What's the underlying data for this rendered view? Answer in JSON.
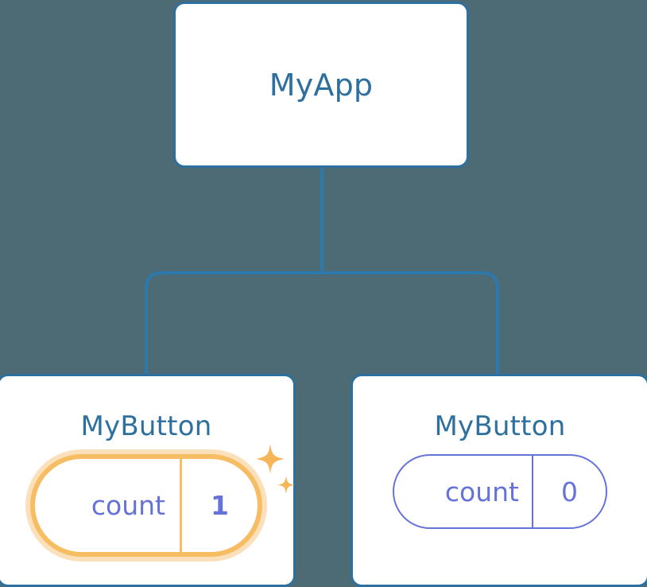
{
  "background_color": "#4d6b74",
  "theme": {
    "card_border": "#2d6f9e",
    "card_fill": "#ffffff",
    "title_color": "#2d6f9e",
    "edge_color": "#2d79ab",
    "state_color": "#6573d8",
    "highlight_color": "#f7bd63",
    "highlight_glow_color": "#fbe0bb"
  },
  "diagram": {
    "type": "component-tree",
    "root": {
      "id": "root",
      "title": "MyApp",
      "has_state": false
    },
    "children": [
      {
        "id": "child-left",
        "title": "MyButton",
        "state": {
          "label": "count",
          "value": "1"
        },
        "highlighted": true,
        "sparkle_icons": [
          "sparkle-large-icon",
          "sparkle-small-icon"
        ]
      },
      {
        "id": "child-right",
        "title": "MyButton",
        "state": {
          "label": "count",
          "value": "0"
        },
        "highlighted": false,
        "sparkle_icons": []
      }
    ],
    "edges": [
      {
        "from": "root",
        "to": "child-left"
      },
      {
        "from": "root",
        "to": "child-right"
      }
    ]
  }
}
